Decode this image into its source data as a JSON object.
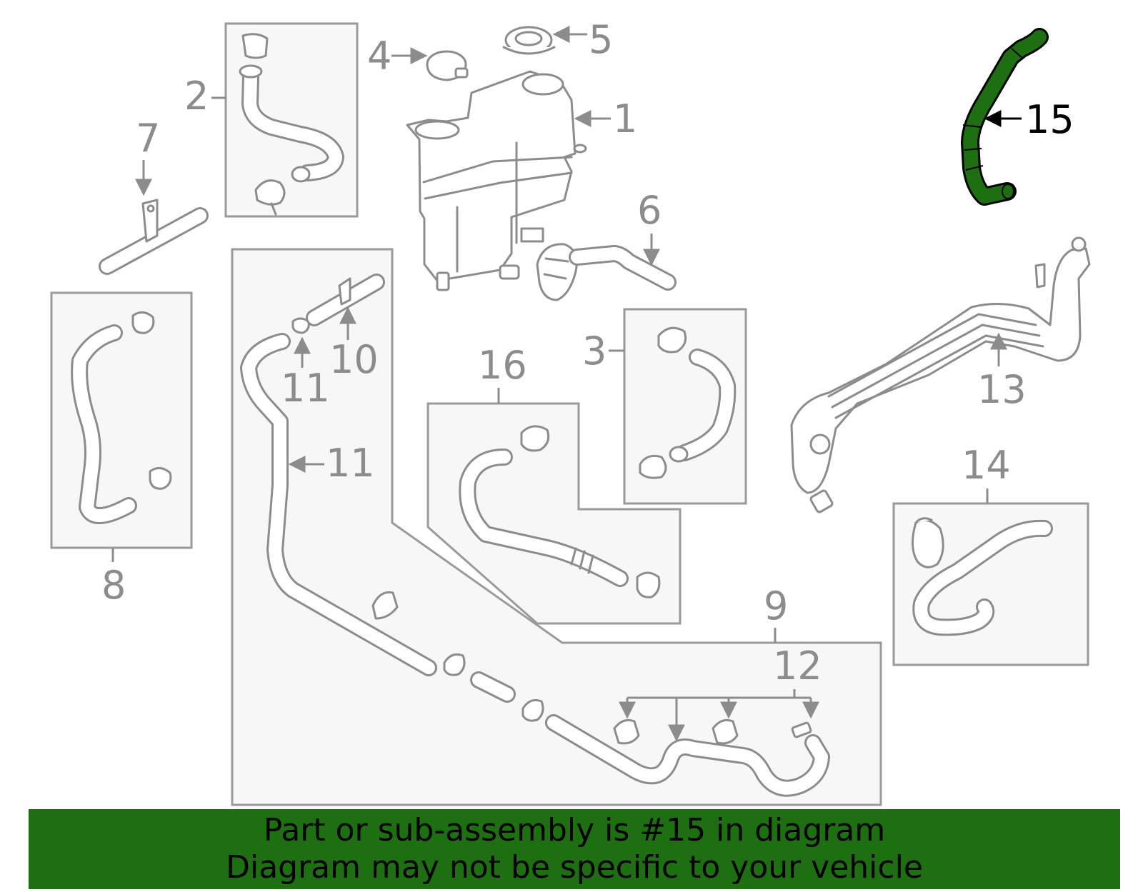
{
  "diagram": {
    "highlight_color": "#1e6f11",
    "highlighted_part": "15",
    "callouts": [
      "1",
      "2",
      "3",
      "4",
      "5",
      "6",
      "7",
      "8",
      "9",
      "10",
      "11",
      "11",
      "12",
      "13",
      "14",
      "15",
      "16"
    ]
  },
  "banner": {
    "line1": "Part or sub-assembly is #15 in diagram",
    "line2": "Diagram may not be specific to your vehicle"
  }
}
